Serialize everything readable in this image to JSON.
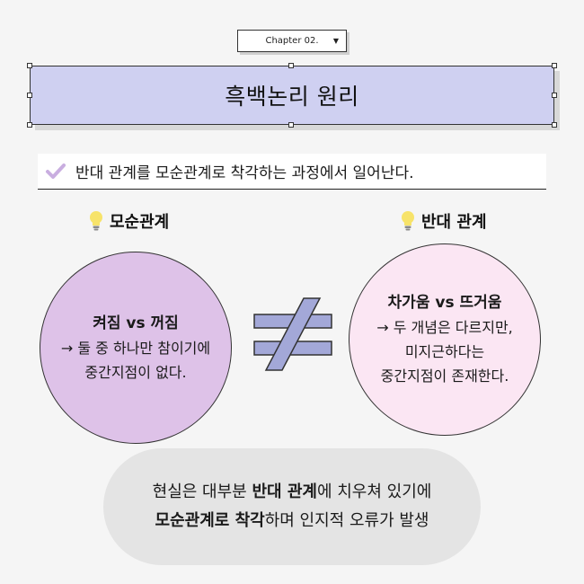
{
  "chapter": {
    "label": "Chapter 02.",
    "caret": "▼"
  },
  "title": "흑백논리 원리",
  "subtitle": "반대 관계를 모순관계로 착각하는 과정에서 일어난다.",
  "left": {
    "label": "모순관계",
    "title": "켜짐 vs 꺼짐",
    "line1": "→ 둘 중 하나만 참이기에",
    "line2": "중간지점이 없다."
  },
  "right": {
    "label": "반대 관계",
    "title": "차가움 vs 뜨거움",
    "line1": "→ 두 개념은 다르지만,",
    "line2": "미지근하다는",
    "line3": "중간지점이 존재한다."
  },
  "bottom": {
    "line1_pre": "현실은 대부분 ",
    "line1_bold": "반대 관계",
    "line1_post": "에 치우쳐 있기에",
    "line2_bold1": "모순관계로 착각",
    "line2_post": "하며 인지적 오류가 발생"
  },
  "colors": {
    "title_bg": "#cfd0f1",
    "left_circle": "#dec2e8",
    "right_circle": "#fbe6f3",
    "neq_symbol": "#a3a8d8",
    "check": "#c9aee0",
    "bulb": "#f7e36a"
  },
  "icons": {
    "check": "check-icon",
    "bulb": "lightbulb-icon",
    "not_equal": "not-equal-icon"
  }
}
